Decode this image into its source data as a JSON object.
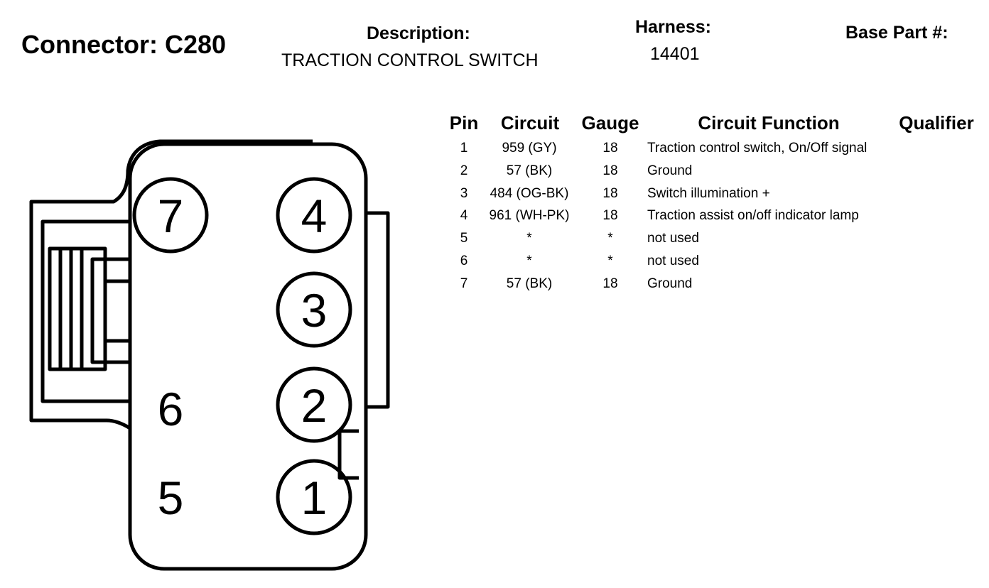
{
  "header": {
    "connector": "Connector: C280",
    "description_label": "Description:",
    "description_value": "TRACTION CONTROL SWITCH",
    "harness_label": "Harness:",
    "harness_value": "14401",
    "base_part_label": "Base Part #:"
  },
  "diagram": {
    "pins": [
      {
        "label": "7",
        "circled": true
      },
      {
        "label": "4",
        "circled": true
      },
      {
        "label": "3",
        "circled": true
      },
      {
        "label": "2",
        "circled": true
      },
      {
        "label": "1",
        "circled": true
      },
      {
        "label": "6",
        "circled": false
      },
      {
        "label": "5",
        "circled": false
      }
    ]
  },
  "table": {
    "headers": [
      "Pin",
      "Circuit",
      "Gauge",
      "Circuit Function",
      "Qualifier"
    ],
    "rows": [
      {
        "pin": "1",
        "circuit": "959 (GY)",
        "gauge": "18",
        "function": "Traction control switch, On/Off signal"
      },
      {
        "pin": "2",
        "circuit": "57 (BK)",
        "gauge": "18",
        "function": "Ground"
      },
      {
        "pin": "3",
        "circuit": "484 (OG-BK)",
        "gauge": "18",
        "function": "Switch illumination +"
      },
      {
        "pin": "4",
        "circuit": "961 (WH-PK)",
        "gauge": "18",
        "function": "Traction assist on/off indicator lamp"
      },
      {
        "pin": "5",
        "circuit": "*",
        "gauge": "*",
        "function": "not used"
      },
      {
        "pin": "6",
        "circuit": "*",
        "gauge": "*",
        "function": "not used"
      },
      {
        "pin": "7",
        "circuit": "57 (BK)",
        "gauge": "18",
        "function": "Ground"
      }
    ]
  }
}
